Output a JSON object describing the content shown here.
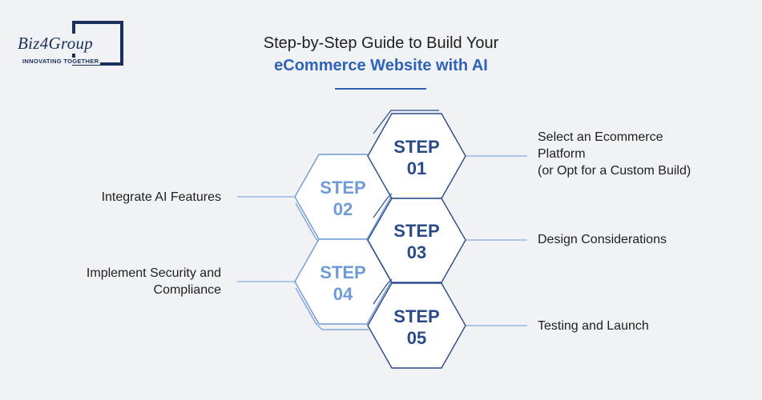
{
  "logo": {
    "wordmark": "Biz4Group",
    "tagline": "INNOVATING TOGETHER"
  },
  "title": {
    "line1": "Step-by-Step Guide to Build Your",
    "line2": "eCommerce Website with AI"
  },
  "colors": {
    "dark": "#2a4a8a",
    "light": "#6f9bd8",
    "accent": "#2e63b8",
    "background": "#f0f2f5"
  },
  "steps": [
    {
      "word": "STEP",
      "number": "01",
      "label": "Select an Ecommerce Platform (or Opt for a Custom Build)",
      "lines": [
        "Select an Ecommerce",
        "Platform",
        "(or Opt for a Custom Build)"
      ],
      "side": "right"
    },
    {
      "word": "STEP",
      "number": "02",
      "label": "Integrate AI Features",
      "lines": [
        "Integrate AI Features"
      ],
      "side": "left"
    },
    {
      "word": "STEP",
      "number": "03",
      "label": "Design Considerations",
      "lines": [
        "Design Considerations"
      ],
      "side": "right"
    },
    {
      "word": "STEP",
      "number": "04",
      "label": "Implement Security and Compliance",
      "lines": [
        "Implement Security and",
        "Compliance"
      ],
      "side": "left"
    },
    {
      "word": "STEP",
      "number": "05",
      "label": "Testing and Launch",
      "lines": [
        "Testing and Launch"
      ],
      "side": "right"
    }
  ]
}
